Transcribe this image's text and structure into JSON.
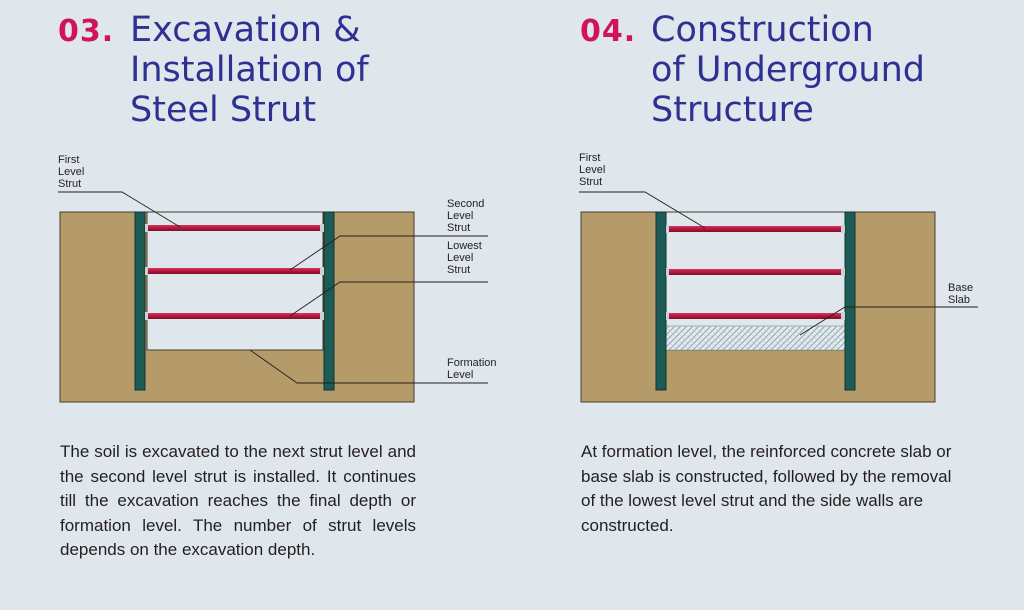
{
  "left": {
    "step_number": "03.",
    "title_lines": [
      "Excavation &",
      "Installation of",
      "Steel Strut"
    ],
    "labels": {
      "first_strut": [
        "First",
        "Level",
        "Strut"
      ],
      "second_strut": [
        "Second",
        "Level",
        "Strut"
      ],
      "lowest_strut": [
        "Lowest",
        "Level",
        "Strut"
      ],
      "formation": [
        "Formation",
        "Level"
      ]
    },
    "description": "The soil is excavated to the next strut level and the second level strut is installed. It continues till the excavation reaches the final depth or formation level. The number of strut levels depends on the excavation depth."
  },
  "right": {
    "step_number": "04.",
    "title_lines": [
      "Construction",
      "of Underground",
      "Structure"
    ],
    "labels": {
      "first_strut": [
        "First",
        "Level",
        "Strut"
      ],
      "base_slab": [
        "Base",
        "Slab"
      ]
    },
    "description": "At formation level, the reinforced concrete slab or base slab is constructed, followed by the removal of the lowest level strut and the side walls are constructed."
  },
  "colors": {
    "soil": "#b59a6a",
    "wall": "#1d5c56",
    "strut": "#b3173d",
    "slab": "#c6d4d8",
    "accent_number": "#d1145a",
    "title": "#2e3192"
  }
}
